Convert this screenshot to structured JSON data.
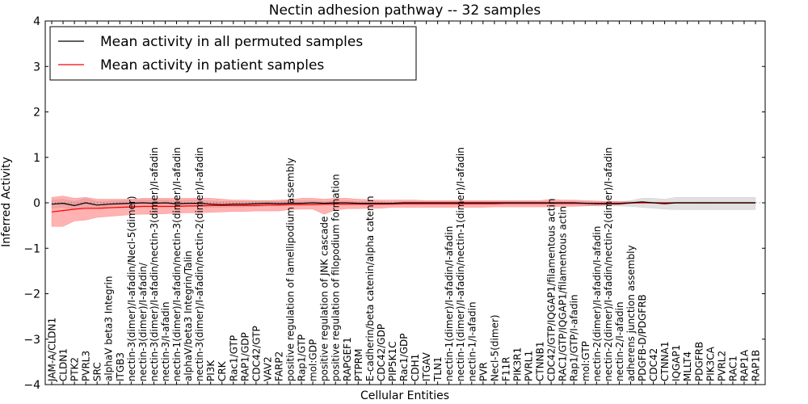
{
  "chart_data": {
    "type": "line",
    "title": "Nectin adhesion pathway -- 32 samples",
    "xlabel": "Cellular Entities",
    "ylabel": "Inferred Activity",
    "ylim": [
      -4,
      4
    ],
    "yticks": [
      -4,
      -3,
      -2,
      -1,
      0,
      1,
      2,
      3,
      4
    ],
    "grid": false,
    "legend_position": "top-left",
    "categories": [
      "JAM-A/CLDN1",
      "CLDN1",
      "PTK2",
      "PVRL3",
      "SRC",
      "alphaV beta3 Integrin",
      "ITGB3",
      "nectin-3(dimer)/I-afadin/Necl-5(dimer)",
      "nectin-3(dimer)/I-afadin/",
      "nectin-3(dimer)/I-afadin/nectin-3(dimer)/I-afadin",
      "nectin-3/I-afadin",
      "nectin-1(dimer)/I-afadin/nectin-3(dimer)/I-afadin",
      "alphaV/beta3 Integrin/Talin",
      "nectin-3(dimer)/I-afadin/nectin-2(dimer)/I-afadin",
      "PI3K",
      "CRK",
      "Rac1/GTP",
      "RAP1/GDP",
      "CDC42/GTP",
      "VAV2",
      "FARP2",
      "positive regulation of lamellipodium assembly",
      "Rap1/GTP",
      "mol:GDP",
      "positive regulation of JNK cascade",
      "positive regulation of filopodium formation",
      "RAPGEF1",
      "PTPRM",
      "E-cadherin/beta catenin/alpha catenin",
      "CDC42/GDP",
      "PIP5K1C",
      "Rac1/GDP",
      "CDH1",
      "ITGAV",
      "TLN1",
      "nectin-1(dimer)/I-afadin/I-afadin",
      "nectin-1(dimer)/I-afadin/nectin-1(dimer)/I-afadin",
      "nectin-1/I-afadin",
      "PVR",
      "Necl-5(dimer)",
      "F11R",
      "PIK3R1",
      "PVRL1",
      "CTNNB1",
      "CDC42/GTP/IQGAP1/filamentous actin",
      "RAC1/GTP/IQGAP1/filamentous actin",
      "Rap1/GTP/I-afadin",
      "mol:GTP",
      "nectin-2(dimer)/I-afadin/I-afadin",
      "nectin-2(dimer)/I-afadin/nectin-2(dimer)/I-afadin",
      "nectin-2/I-afadin",
      "adherens junction assembly",
      "PDGFB-D/PDGFRB",
      "CDC42",
      "CTNNA1",
      "IQGAP1",
      "MLLT4",
      "PDGFRB",
      "PIK3CA",
      "PVRL2",
      "RAC1",
      "RAP1A",
      "RAP1B"
    ],
    "series": [
      {
        "name": "Mean activity in all permuted samples",
        "color": "#000000",
        "band_color": "#bbbbbb",
        "values": [
          -0.03,
          -0.01,
          -0.06,
          0.0,
          -0.05,
          -0.03,
          -0.02,
          -0.01,
          0.0,
          -0.01,
          0.0,
          -0.02,
          -0.01,
          -0.01,
          -0.03,
          -0.04,
          -0.03,
          -0.03,
          -0.02,
          -0.01,
          -0.02,
          -0.01,
          -0.01,
          0.0,
          -0.01,
          0.0,
          0.0,
          -0.01,
          -0.01,
          -0.01,
          -0.01,
          0.0,
          0.0,
          0.0,
          0.0,
          0.0,
          0.0,
          0.0,
          0.0,
          0.0,
          0.0,
          0.0,
          0.0,
          0.0,
          0.0,
          0.0,
          0.0,
          -0.01,
          -0.02,
          -0.02,
          -0.02,
          0.0,
          0.02,
          0.0,
          -0.02,
          0.0,
          0.0,
          0.0,
          0.0,
          0.0,
          0.0,
          0.0,
          0.0
        ],
        "lower": [
          -0.12,
          -0.1,
          -0.14,
          -0.1,
          -0.12,
          -0.1,
          -0.09,
          -0.08,
          -0.08,
          -0.08,
          -0.08,
          -0.09,
          -0.08,
          -0.08,
          -0.1,
          -0.1,
          -0.09,
          -0.09,
          -0.08,
          -0.07,
          -0.07,
          -0.06,
          -0.06,
          -0.05,
          -0.05,
          -0.05,
          -0.05,
          -0.05,
          -0.05,
          -0.05,
          -0.04,
          -0.04,
          -0.04,
          -0.04,
          -0.04,
          -0.04,
          -0.04,
          -0.04,
          -0.04,
          -0.04,
          -0.04,
          -0.04,
          -0.04,
          -0.04,
          -0.04,
          -0.05,
          -0.05,
          -0.06,
          -0.07,
          -0.07,
          -0.07,
          -0.08,
          -0.1,
          -0.12,
          -0.14,
          -0.15,
          -0.15,
          -0.15,
          -0.15,
          -0.15,
          -0.15,
          -0.15,
          -0.15
        ],
        "upper": [
          0.06,
          0.08,
          0.03,
          0.1,
          0.03,
          0.04,
          0.05,
          0.06,
          0.07,
          0.06,
          0.07,
          0.05,
          0.06,
          0.06,
          0.04,
          0.03,
          0.03,
          0.03,
          0.04,
          0.04,
          0.03,
          0.04,
          0.04,
          0.04,
          0.03,
          0.04,
          0.04,
          0.03,
          0.03,
          0.03,
          0.02,
          0.03,
          0.03,
          0.03,
          0.03,
          0.03,
          0.03,
          0.03,
          0.03,
          0.03,
          0.03,
          0.03,
          0.03,
          0.03,
          0.03,
          0.03,
          0.03,
          0.03,
          0.02,
          0.02,
          0.02,
          0.05,
          0.1,
          0.1,
          0.08,
          0.12,
          0.12,
          0.12,
          0.12,
          0.12,
          0.12,
          0.12,
          0.12
        ]
      },
      {
        "name": "Mean activity in patient samples",
        "color": "#ff0000",
        "band_color": "#ff6666",
        "values": [
          -0.2,
          -0.17,
          -0.14,
          -0.12,
          -0.12,
          -0.11,
          -0.1,
          -0.09,
          -0.08,
          -0.08,
          -0.08,
          -0.08,
          -0.07,
          -0.07,
          -0.06,
          -0.06,
          -0.06,
          -0.06,
          -0.06,
          -0.05,
          -0.05,
          -0.04,
          -0.04,
          -0.04,
          -0.03,
          -0.03,
          -0.03,
          -0.03,
          -0.03,
          -0.03,
          -0.03,
          -0.02,
          -0.02,
          -0.02,
          -0.02,
          -0.02,
          -0.02,
          -0.02,
          -0.02,
          -0.02,
          -0.01,
          -0.01,
          -0.01,
          -0.01,
          -0.01,
          -0.01,
          -0.01,
          -0.01,
          -0.01,
          -0.01,
          -0.01,
          0.0,
          0.0,
          0.0,
          0.0,
          0.0,
          0.0,
          0.0,
          0.0,
          0.0,
          0.0,
          0.0,
          0.0
        ],
        "lower": [
          -0.52,
          -0.52,
          -0.4,
          -0.38,
          -0.32,
          -0.3,
          -0.28,
          -0.26,
          -0.25,
          -0.25,
          -0.24,
          -0.23,
          -0.22,
          -0.22,
          -0.21,
          -0.2,
          -0.19,
          -0.19,
          -0.18,
          -0.18,
          -0.18,
          -0.15,
          -0.14,
          -0.14,
          -0.25,
          -0.16,
          -0.13,
          -0.13,
          -0.12,
          -0.12,
          -0.1,
          -0.1,
          -0.1,
          -0.1,
          -0.1,
          -0.1,
          -0.1,
          -0.1,
          -0.1,
          -0.09,
          -0.09,
          -0.09,
          -0.09,
          -0.09,
          -0.09,
          -0.08,
          -0.08,
          -0.07,
          -0.06,
          -0.05,
          -0.04,
          -0.02,
          -0.01,
          -0.01,
          -0.01,
          -0.01,
          -0.01,
          -0.01,
          -0.01,
          -0.01,
          -0.01,
          -0.01,
          -0.01
        ],
        "upper": [
          0.12,
          0.15,
          0.1,
          0.12,
          0.08,
          0.08,
          0.08,
          0.08,
          0.1,
          0.1,
          0.1,
          0.1,
          0.1,
          0.1,
          0.1,
          0.08,
          0.06,
          0.06,
          0.05,
          0.05,
          0.06,
          0.07,
          0.1,
          0.1,
          0.08,
          0.1,
          0.1,
          0.08,
          0.07,
          0.06,
          0.06,
          0.06,
          0.06,
          0.05,
          0.05,
          0.05,
          0.05,
          0.05,
          0.05,
          0.05,
          0.05,
          0.05,
          0.05,
          0.05,
          0.08,
          0.06,
          0.06,
          0.05,
          0.04,
          0.03,
          0.03,
          0.02,
          0.01,
          0.01,
          0.01,
          0.01,
          0.01,
          0.01,
          0.01,
          0.01,
          0.01,
          0.01,
          0.01
        ]
      }
    ]
  }
}
